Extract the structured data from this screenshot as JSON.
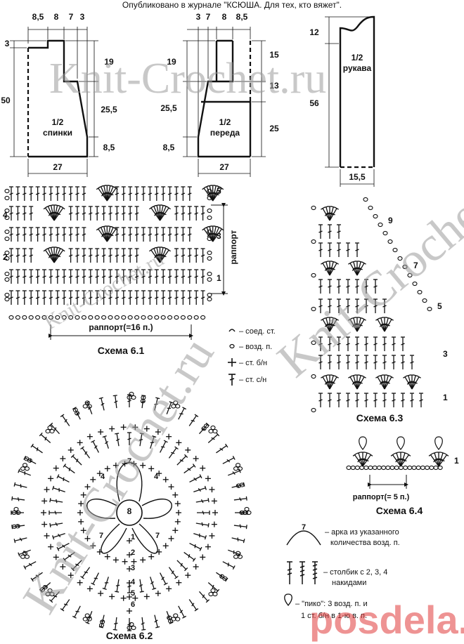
{
  "header": {
    "published_text": "Опубликовано в журнале \"КСЮША. Для тех, кто вяжет\"."
  },
  "watermarks": {
    "knit_crochet": "Knit-Crochet.ru",
    "posdela": "posdela.ru"
  },
  "back_pattern": {
    "label_top": "1/2",
    "label_bottom": "спинки",
    "top_dims": [
      "8,5",
      "8",
      "7",
      "3"
    ],
    "right_dims": [
      "19",
      "25,5",
      "8,5"
    ],
    "left_dims": [
      "3",
      "50"
    ],
    "bottom_dim": "27"
  },
  "front_pattern": {
    "label_top": "1/2",
    "label_bottom": "переда",
    "top_dims": [
      "3",
      "7",
      "8",
      "8,5"
    ],
    "left_dims": [
      "19",
      "25,5",
      "8,5"
    ],
    "right_dims": [
      "15",
      "13",
      "25"
    ],
    "bottom_dim": "27"
  },
  "sleeve_pattern": {
    "label_top": "1/2",
    "label_bottom": "рукава",
    "left_dims": [
      "12",
      "56"
    ],
    "bottom_dim": "15,5"
  },
  "scheme_6_1": {
    "title": "Схема 6.1",
    "rapport_vertical": "раппорт",
    "rapport_horizontal": "раппорт(=16 п.)",
    "row_numbers_right": [
      "5",
      "3",
      "1"
    ],
    "row_numbers_left": [
      "4",
      "2"
    ]
  },
  "legend_main": {
    "items": [
      {
        "icon": "slip-stitch-icon",
        "text": "– соед. ст."
      },
      {
        "icon": "chain-icon",
        "text": "– возд. п."
      },
      {
        "icon": "single-crochet-icon",
        "text": "– ст. б/н"
      },
      {
        "icon": "double-crochet-icon",
        "text": "– ст. с/н"
      }
    ]
  },
  "scheme_6_2": {
    "title": "Схема 6.2",
    "center_count": "8",
    "petal_counts": [
      "7",
      "4",
      "4",
      "7",
      "7"
    ],
    "row_numbers": [
      "1",
      "2",
      "3",
      "4",
      "5",
      "6"
    ]
  },
  "scheme_6_3": {
    "title": "Схема 6.3",
    "row_numbers": [
      "9",
      "7",
      "5",
      "3",
      "1"
    ]
  },
  "scheme_6_4": {
    "title": "Схема 6.4",
    "row_number": "1",
    "rapport": "раппорт(= 5 п.)"
  },
  "legend_extra": {
    "arch_count": "7",
    "arch_text_1": "– арка из указанного",
    "arch_text_2": "количества возд. п.",
    "stitch_text_1": "– столбик с 2, 3, 4",
    "stitch_text_2": "накидами",
    "picot_text_1": "– \"пико\": 3 возд. п. и",
    "picot_text_2": "1 ст. б/н в 1-ю в. п."
  }
}
